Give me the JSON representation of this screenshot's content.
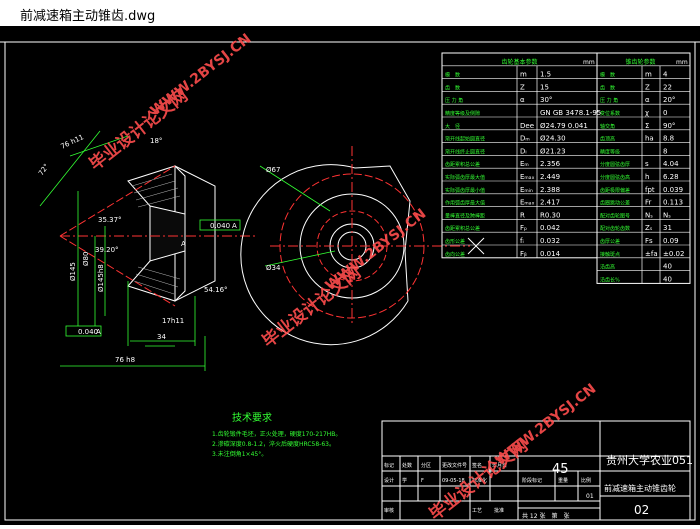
{
  "window": {
    "title": "前减速箱主动锥齿.dwg"
  },
  "colors": {
    "bg": "#000000",
    "line": "#ffffff",
    "green": "#33ff33",
    "cyan": "#33ffff",
    "red": "#ff3333",
    "yellow": "#ffff33",
    "watermark": "#ff4d4d"
  },
  "watermark": {
    "lines": [
      "毕业设计论文网",
      "WWW.2BYSJ.CN"
    ]
  },
  "params_left": {
    "unit": "mm",
    "header": "齿轮基本参数",
    "rows": [
      {
        "name": "模　数",
        "sym": "m",
        "val": "1.5"
      },
      {
        "name": "齿　数",
        "sym": "Z",
        "val": "15"
      },
      {
        "name": "压 力 角",
        "sym": "α",
        "val": "30°"
      },
      {
        "name": "精度等级及侧隙",
        "sym": "",
        "val": "GN GB 3478.1-95"
      },
      {
        "name": "大　径",
        "sym": "Dee",
        "val": "Ø24.79 0.041"
      },
      {
        "name": "渐开线起始圆直径",
        "sym": "Dₘ",
        "val": "Ø24.30"
      },
      {
        "name": "渐开线终止圆直径",
        "sym": "Dᵢ",
        "val": "Ø21.23"
      },
      {
        "name": "齿距累积总公差",
        "sym": "Eₘ",
        "val": "2.356"
      },
      {
        "name": "实际弧齿厚最大值",
        "sym": "Eₘₐₓ",
        "val": "2.449"
      },
      {
        "name": "实际弧齿厚最小值",
        "sym": "Eₘᵢₙ",
        "val": "2.388"
      },
      {
        "name": "作用弧齿厚最大值",
        "sym": "Eₘₐₓ",
        "val": "2.417"
      },
      {
        "name": "量棒直径及跨棒距",
        "sym": "R",
        "val": "R0.30"
      },
      {
        "name": "齿距累积总公差",
        "sym": "Fₚ",
        "val": "0.042"
      },
      {
        "name": "齿形公差",
        "sym": "fᵢ",
        "val": "0.032"
      },
      {
        "name": "齿向公差",
        "sym": "Fᵦ",
        "val": "0.014"
      }
    ]
  },
  "params_right": {
    "unit": "mm",
    "header": "锥齿轮参数",
    "rows": [
      {
        "name": "模　数",
        "sym": "m",
        "val": "4"
      },
      {
        "name": "齿　数",
        "sym": "Z",
        "val": "22"
      },
      {
        "name": "压 力 角",
        "sym": "α",
        "val": "20°"
      },
      {
        "name": "变位系数",
        "sym": "χ",
        "val": "0"
      },
      {
        "name": "轴交角",
        "sym": "Σ",
        "val": "90°"
      },
      {
        "name": "齿顶高",
        "sym": "ha",
        "val": "8.8"
      },
      {
        "name": "精度等级",
        "sym": "",
        "val": "8"
      },
      {
        "name": "分度圆弦齿厚",
        "sym": "s",
        "val": "4.04"
      },
      {
        "name": "分度圆弦齿高",
        "sym": "h",
        "val": "6.28"
      },
      {
        "name": "齿距极限偏差",
        "sym": "fpt",
        "val": "0.039"
      },
      {
        "name": "齿圈跳动公差",
        "sym": "Fr",
        "val": "0.113"
      },
      {
        "name": "配对齿轮图号",
        "sym": "Nₛ",
        "val": "Nₛ"
      },
      {
        "name": "配对齿轮齿数",
        "sym": "Zₛ",
        "val": "31"
      },
      {
        "name": "齿厚公差",
        "sym": "Fs",
        "val": "0.09"
      },
      {
        "name": "接触斑点",
        "sym": "±fa",
        "val": "±0.02"
      },
      {
        "name": "沿齿高",
        "sym": "",
        "val": "40"
      },
      {
        "name": "沿齿长%",
        "sym": "",
        "val": "40"
      }
    ]
  },
  "tech": {
    "title": "技术要求",
    "lines": [
      "1.齿轮锻件毛坯，正火处理，硬度170-217HB。",
      "2.渗碳深度0.8-1.2，淬火后硬度HRC58-63。",
      "3.未注倒角1×45°。"
    ]
  },
  "dims": {
    "d1": "76 h11",
    "d2": "72°",
    "d3": "18°",
    "d4": "35.37°",
    "d5": "39.20°",
    "d6": "Ø80",
    "d7": "Ø145",
    "d8": "Ø145h8",
    "d9": "Ø67",
    "d10": "Ø34",
    "d11": "34",
    "d12": "76 h8",
    "d13": "17h11",
    "d14": "54.16°",
    "tol1": "0.040",
    "tol2": "A",
    "tol3": "0.040",
    "tol4": "A",
    "tol5": "A"
  },
  "title_block": {
    "scale": "45",
    "school": "贵州大学农业051",
    "part_name": "前减速箱主动锥齿轮",
    "sheet": "02",
    "page_info": "共 12 张　第　张",
    "row_labels": [
      "标记",
      "处数",
      "分区",
      "更改文件号",
      "签名",
      "年月日"
    ],
    "row2": [
      "设计",
      "学",
      "F",
      "09-05-18",
      "标准化"
    ],
    "row3": [
      "审核",
      "",
      "",
      "工艺",
      "批准"
    ],
    "stage_labels": [
      "阶段标记",
      "重量",
      "比例"
    ],
    "scale_val": "01"
  }
}
